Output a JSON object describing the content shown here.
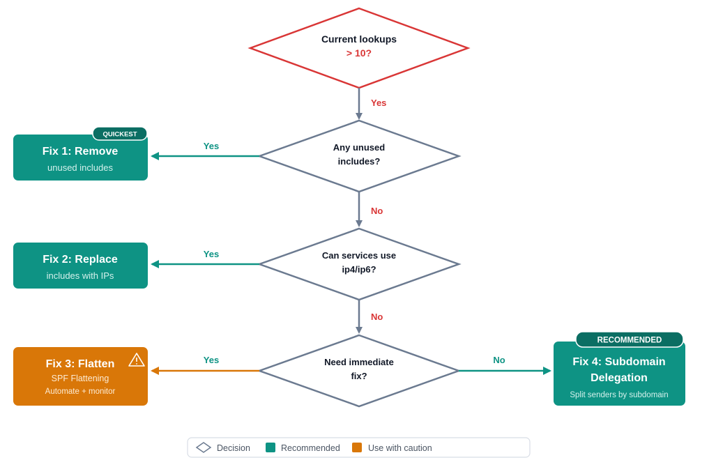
{
  "colors": {
    "red": "#d93636",
    "slate": "#6b7a90",
    "teal": "#0e9384",
    "orange": "#d97708",
    "teal_dark": "#0b6e63",
    "text_dark": "#111827"
  },
  "decisions": {
    "d0": {
      "line1": "Current lookups",
      "line2": "> 10?"
    },
    "d1": {
      "line1": "Any unused",
      "line2": "includes?"
    },
    "d2": {
      "line1": "Can services use",
      "line2": "ip4/ip6?"
    },
    "d3": {
      "line1": "Need immediate",
      "line2": "fix?"
    }
  },
  "edges": {
    "d0_d1": "Yes",
    "d1_fix1": "Yes",
    "d1_d2": "No",
    "d2_fix2": "Yes",
    "d2_d3": "No",
    "d3_fix3": "Yes",
    "d3_fix4": "No"
  },
  "fixes": {
    "fix1": {
      "title": "Fix 1: Remove",
      "subtitle": "unused includes",
      "badge": "QUICKEST"
    },
    "fix2": {
      "title": "Fix 2: Replace",
      "subtitle": "includes with IPs"
    },
    "fix3": {
      "title": "Fix 3: Flatten",
      "subtitle": "SPF Flattening",
      "subtitle2": "Automate + monitor",
      "icon": "warning-icon"
    },
    "fix4": {
      "title_line1": "Fix 4: Subdomain",
      "title_line2": "Delegation",
      "subtitle": "Split senders by subdomain",
      "badge": "RECOMMENDED"
    }
  },
  "legend": {
    "decision": "Decision",
    "recommended": "Recommended",
    "caution": "Use with caution"
  }
}
